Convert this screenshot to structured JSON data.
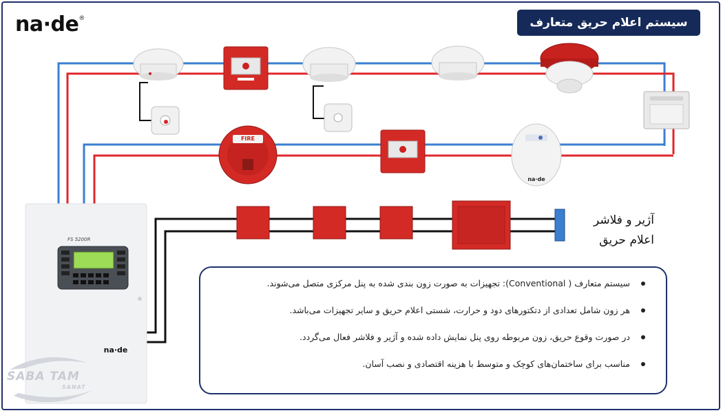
{
  "brand": {
    "logo_text": "na·de",
    "registered_mark": "®",
    "panel_logo": "na·de"
  },
  "title": "سیستم اعلام حریق متعارف",
  "panel": {
    "model_label": "FS 5200R"
  },
  "devices": {
    "flame_bell_label": "FIRE",
    "siren_logo": "na·de"
  },
  "legend": {
    "line1": "آژیر و فلاشر",
    "line2": "اعلام حریق"
  },
  "info_points": [
    "سیستم متعارف ( Conventional): تجهیزات به صورت زون بندی شده به پنل مرکزی متصل می‌شوند.",
    "هر زون شامل تعدادی از دتکتورهای دود و حرارت، شستی اعلام حریق و سایر تجهیزات می‌باشد.",
    "در صورت وقوع حریق، زون مربوطه روی پنل نمایش داده شده و آژیر و فلاشر فعال می‌گردد.",
    "مناسب برای ساختمان‌های کوچک و متوسط با هزینه اقتصادی و نصب آسان."
  ],
  "watermark": {
    "main": "SABA TAM",
    "sub": "SANAT"
  },
  "colors": {
    "wire_blue": "#3a7fd0",
    "wire_red": "#e0262b",
    "wire_black": "#111111",
    "navy": "#162a5a",
    "device_red": "#d42a25"
  }
}
